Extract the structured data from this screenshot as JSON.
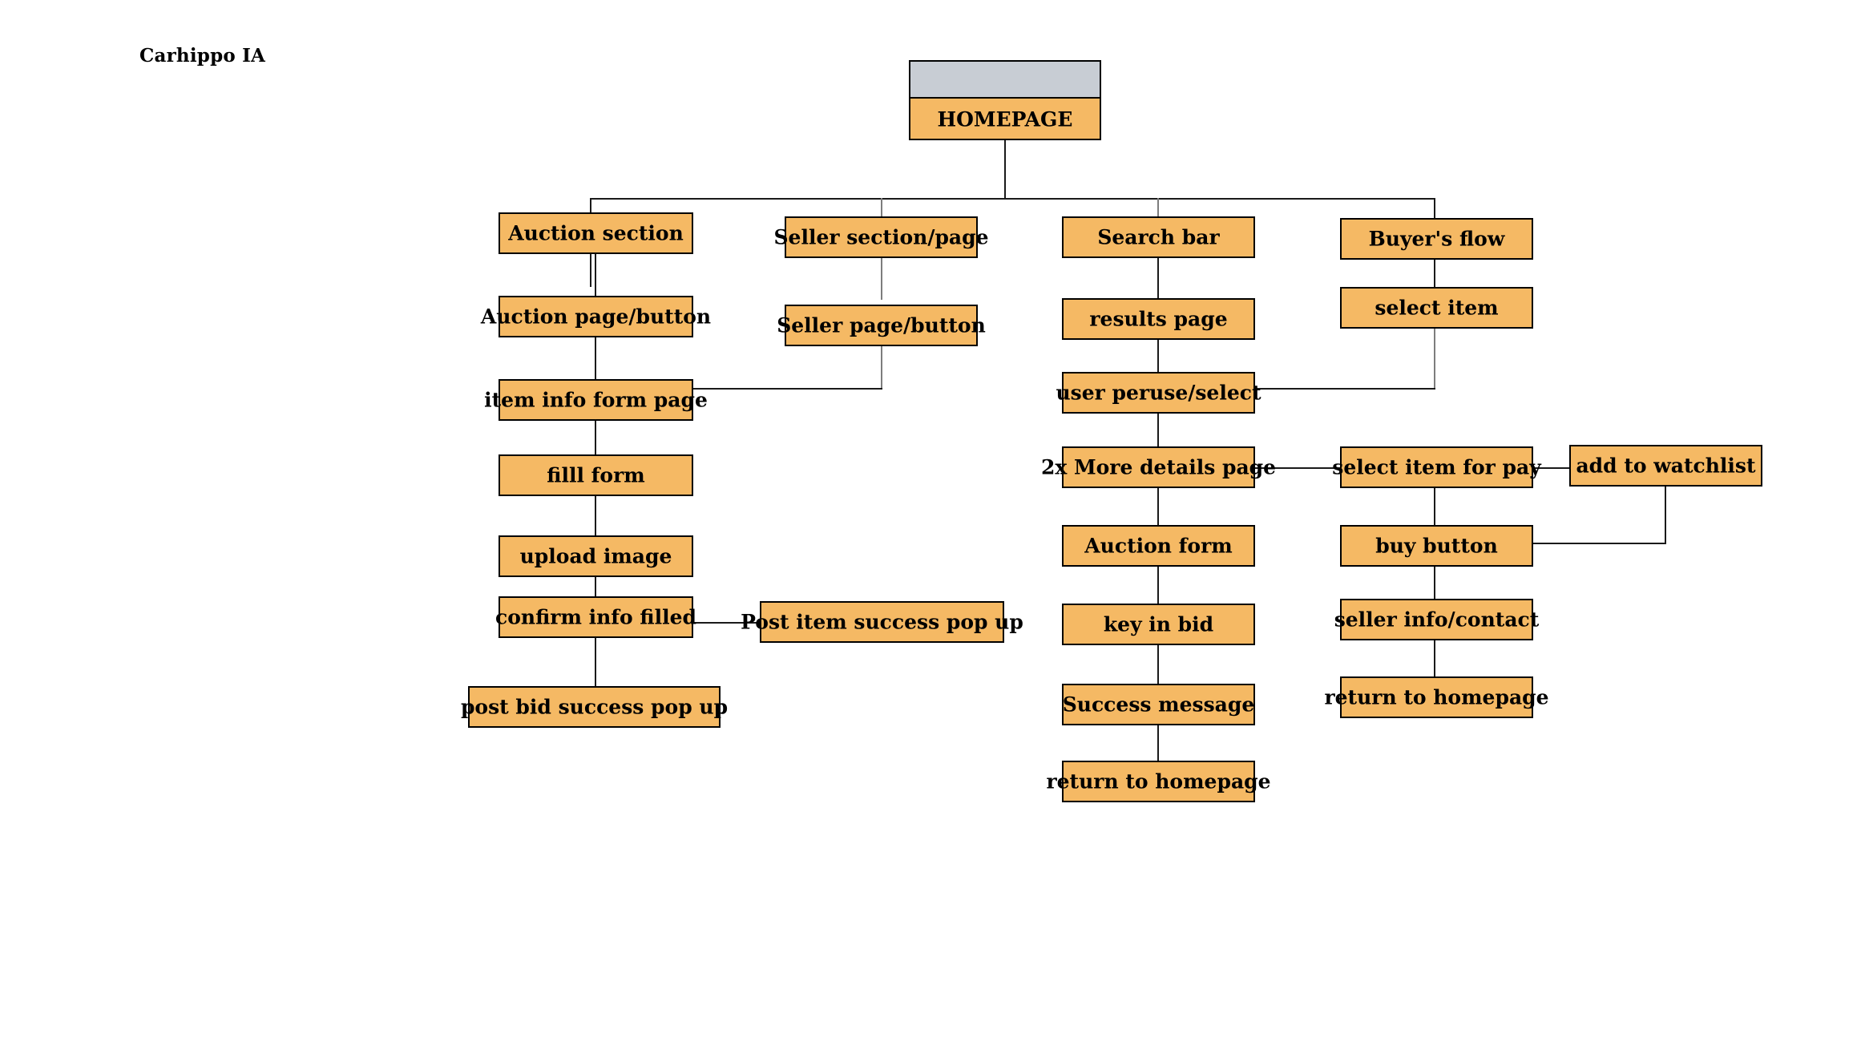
{
  "diagram": {
    "title": "Carhippo IA",
    "type": "information-architecture-flowchart",
    "colors": {
      "node_fill": "#f5b964",
      "node_border": "#000000",
      "header_fill": "#c8cdd4",
      "connector": "#1a1a1a",
      "connector_alt": "#7d7d7d",
      "background": "#ffffff"
    }
  },
  "nodes": {
    "homepage": "HOMEPAGE",
    "auction_section": "Auction section",
    "auction_page_button": "Auction page/button",
    "item_info_form_page": "item info form page",
    "filll_form": "filll form",
    "upload_image": "upload image",
    "confirm_info_filled": "confirm info filled",
    "post_bid_success_pop_up": "post bid success pop up",
    "post_item_success_pop_up": "Post item success pop up",
    "seller_section_page": "Seller section/page",
    "seller_page_button": "Seller page/button",
    "search_bar": "Search bar",
    "results_page": "results page",
    "user_peruse_select": "user peruse/select",
    "more_details_page": "2x More details page",
    "auction_form": "Auction form",
    "key_in_bid": "key in bid",
    "success_message": "Success message",
    "return_to_homepage_search": "return to homepage",
    "buyers_flow": "Buyer's flow",
    "select_item": "select item",
    "select_item_for_pay": "select item for pay",
    "add_to_watchlist": "add to watchlist",
    "buy_button": "buy button",
    "seller_info_contact": "seller info/contact",
    "return_to_homepage_buyer": "return to homepage"
  },
  "branches": [
    "Auction section",
    "Seller section/page",
    "Search bar",
    "Buyer's flow"
  ]
}
